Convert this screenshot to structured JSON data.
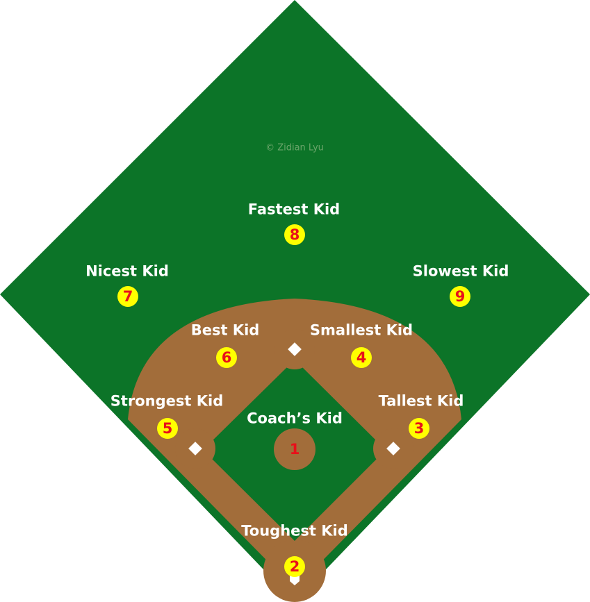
{
  "watermark": "© Zidian Lyu",
  "colors": {
    "grass": "#0c7428",
    "dirt": "#a26d3a",
    "base": "#ffffff",
    "ball": "#ffff00",
    "number": "#e8101a",
    "label": "#ffffff"
  },
  "positions": [
    {
      "number": "1",
      "label": "Coach’s Kid"
    },
    {
      "number": "2",
      "label": "Toughest Kid"
    },
    {
      "number": "3",
      "label": "Tallest Kid"
    },
    {
      "number": "4",
      "label": "Smallest Kid"
    },
    {
      "number": "5",
      "label": "Strongest Kid"
    },
    {
      "number": "6",
      "label": "Best Kid"
    },
    {
      "number": "7",
      "label": "Nicest Kid"
    },
    {
      "number": "8",
      "label": "Fastest Kid"
    },
    {
      "number": "9",
      "label": "Slowest Kid"
    }
  ]
}
